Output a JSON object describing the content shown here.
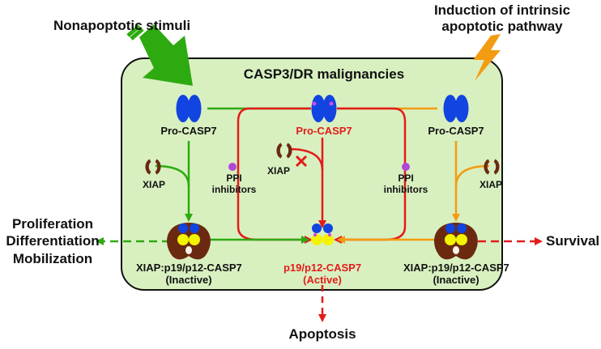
{
  "labels": {
    "nonapoptotic": "Nonapoptotic stimuli",
    "intrinsic_line1": "Induction of intrinsic",
    "intrinsic_line2": "apoptotic pathway",
    "box_title": "CASP3/DR malignancies",
    "pro_left": "Pro-CASP7",
    "pro_center": "Pro-CASP7",
    "pro_right": "Pro-CASP7",
    "xiap_left": "XIAP",
    "xiap_center": "XIAP",
    "xiap_right": "XIAP",
    "ppi_left_1": "PPI",
    "ppi_left_2": "inhibitors",
    "ppi_right_1": "PPI",
    "ppi_right_2": "inhibitors",
    "complex_left_1": "XIAP:p19/p12-CASP7",
    "complex_left_2": "(Inactive)",
    "active_1": "p19/p12-CASP7",
    "active_2": "(Active)",
    "complex_right_1": "XIAP:p19/p12-CASP7",
    "complex_right_2": "(Inactive)",
    "outcome_left_1": "Proliferation",
    "outcome_left_2": "Differentiation",
    "outcome_left_3": "Mobilization",
    "outcome_right": "Survival",
    "outcome_bottom": "Apoptosis"
  },
  "colors": {
    "box_fill": "#d8f0c0",
    "green": "#2eaa11",
    "red": "#e41b1b",
    "orange": "#f39c12",
    "blue": "#1144e0",
    "purple": "#b048d8",
    "xiap": "#6b2a10",
    "yellow": "#f4f400"
  },
  "icons": [
    "green-arrow-icon",
    "lightning-bolt-icon"
  ]
}
